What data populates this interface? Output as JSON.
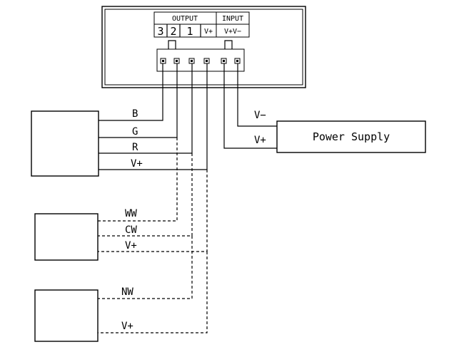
{
  "controller": {
    "output_header": "OUTPUT",
    "input_header": "INPUT",
    "channels": [
      "3",
      "2",
      "1",
      "V+"
    ],
    "input_pins": "V+V−"
  },
  "power_supply": {
    "label": "Power Supply",
    "neg_label": "V−",
    "pos_label": "V+"
  },
  "light1": {
    "wires": [
      "B",
      "G",
      "R",
      "V+"
    ]
  },
  "light2": {
    "wires": [
      "WW",
      "CW",
      "V+"
    ]
  },
  "light3": {
    "wires": [
      "NW",
      "V+"
    ]
  }
}
